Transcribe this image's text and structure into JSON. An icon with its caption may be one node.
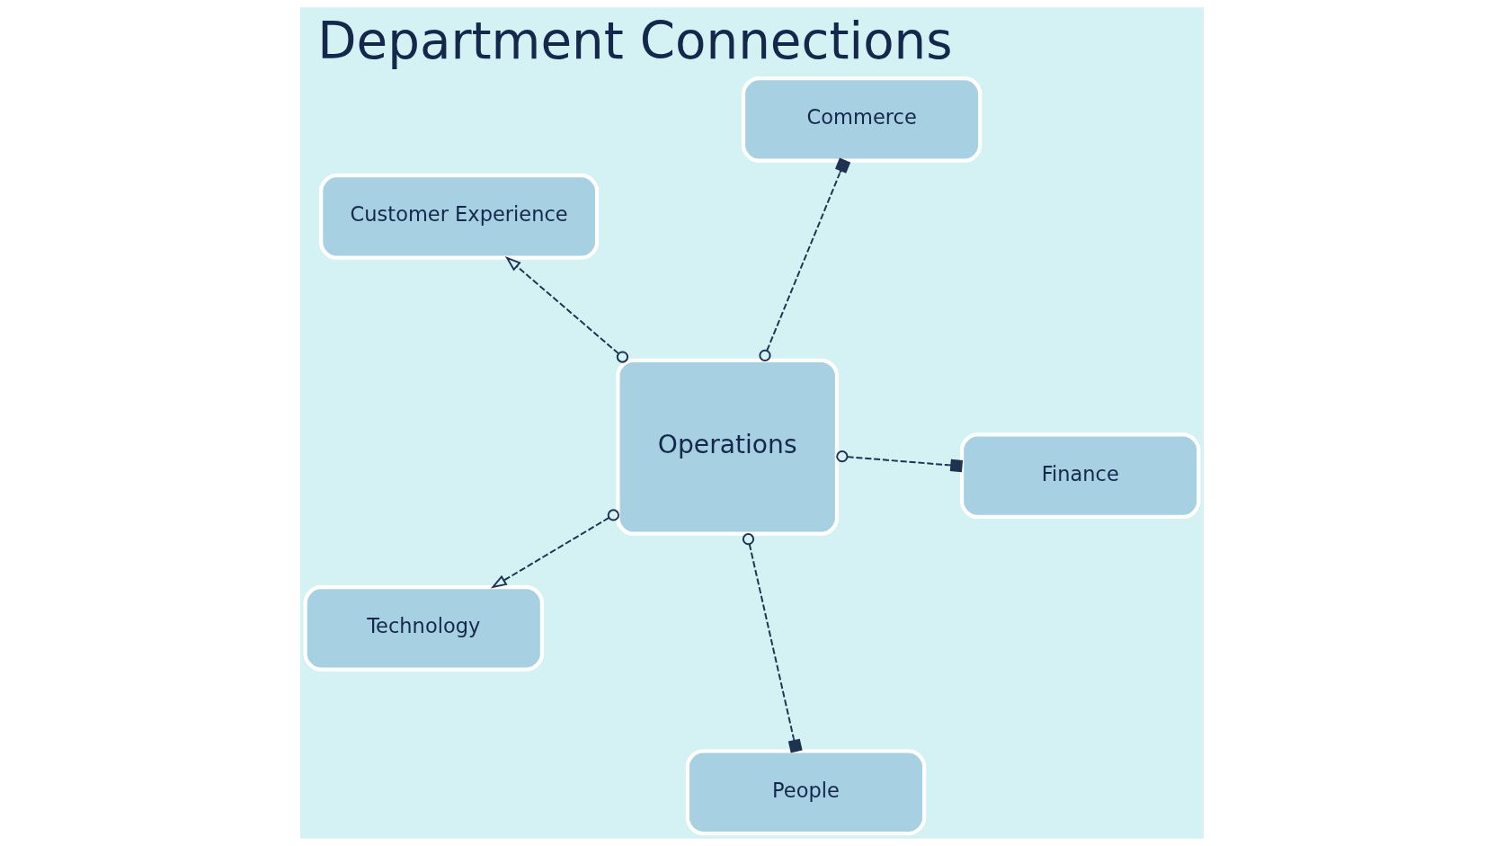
{
  "diagram": {
    "title": "Department Connections",
    "nodes": [
      {
        "text": [
          "Technology"
        ]
      },
      {
        "text": [
          "Finance"
        ]
      },
      {
        "text": [
          "People"
        ]
      },
      {
        "text": [
          "Commerce"
        ]
      },
      {
        "text": [
          "Operations"
        ]
      },
      {
        "text": [
          "Customer Experience"
        ]
      }
    ],
    "edges": [
      {
        "from": 4,
        "to": 0,
        "arrow": "to",
        "style": "dashed"
      },
      {
        "from": 4,
        "to": 1,
        "arrow": "other",
        "style": "dashed"
      },
      {
        "from": 4,
        "to": 2,
        "arrow": "other",
        "style": "dashed"
      },
      {
        "from": 4,
        "to": 3,
        "arrow": "other",
        "style": "dashed"
      },
      {
        "from": 4,
        "to": 5,
        "arrow": "to",
        "style": "dashed"
      }
    ]
  }
}
